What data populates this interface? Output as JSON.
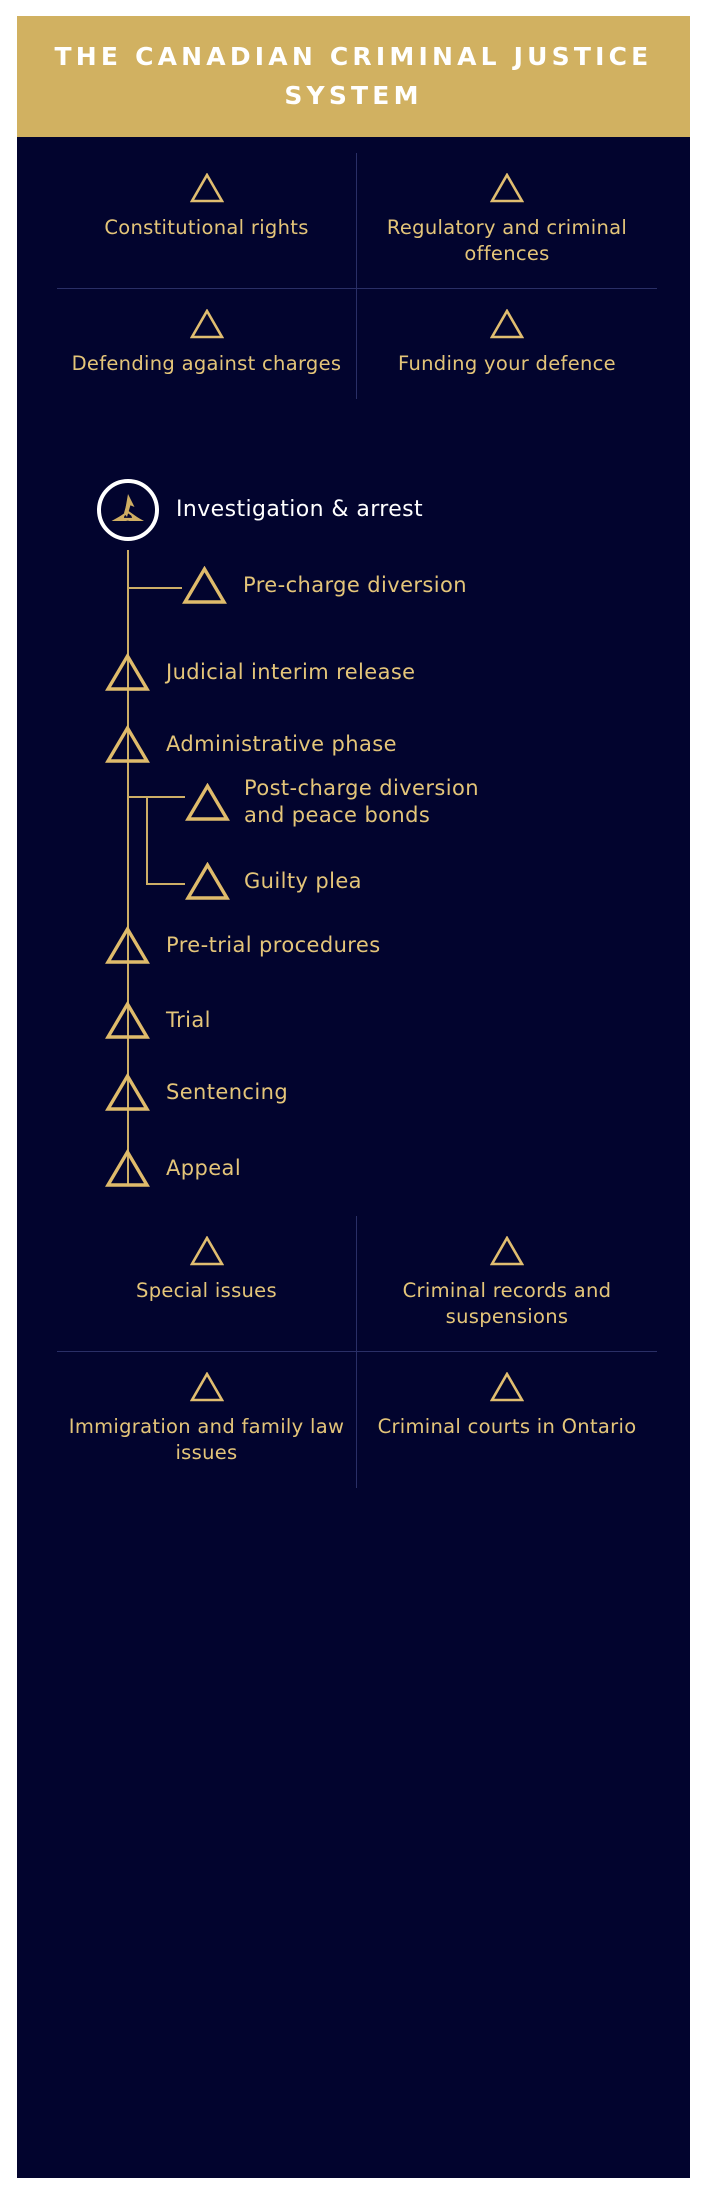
{
  "colors": {
    "page_background": "#ffffff",
    "panel_background": "#02042e",
    "header_gold": "#d1b161",
    "gold_text": "#e4c579",
    "gold_line": "#cdae66",
    "divider": "#2a2f66",
    "white": "#ffffff"
  },
  "header": {
    "title": "THE CANADIAN CRIMINAL JUSTICE SYSTEM"
  },
  "top_grid": {
    "cells": [
      {
        "icon": "triangle-icon",
        "label": "Constitutional rights"
      },
      {
        "icon": "triangle-icon",
        "label": "Regulatory and criminal offences"
      },
      {
        "icon": "triangle-icon",
        "label": "Defending against charges"
      },
      {
        "icon": "triangle-icon",
        "label": "Funding your defence"
      }
    ]
  },
  "flow": {
    "root": {
      "icon": "trillium-logo-icon",
      "label": "Investigation & arrest"
    },
    "nodes": [
      {
        "id": "pre-charge-diversion",
        "icon": "triangle-icon",
        "label": "Pre-charge diversion",
        "type": "branch"
      },
      {
        "id": "judicial-interim-release",
        "icon": "triangle-icon",
        "label": "Judicial interim release",
        "type": "trunk"
      },
      {
        "id": "administrative-phase",
        "icon": "triangle-icon",
        "label": "Administrative phase",
        "type": "trunk"
      },
      {
        "id": "post-charge-diversion",
        "icon": "triangle-icon",
        "label": "Post-charge diversion and peace bonds",
        "type": "branch"
      },
      {
        "id": "guilty-plea",
        "icon": "triangle-icon",
        "label": "Guilty plea",
        "type": "branch"
      },
      {
        "id": "pre-trial-procedures",
        "icon": "triangle-icon",
        "label": "Pre-trial procedures",
        "type": "trunk"
      },
      {
        "id": "trial",
        "icon": "triangle-icon",
        "label": "Trial",
        "type": "trunk"
      },
      {
        "id": "sentencing",
        "icon": "triangle-icon",
        "label": "Sentencing",
        "type": "trunk"
      },
      {
        "id": "appeal",
        "icon": "triangle-icon",
        "label": "Appeal",
        "type": "trunk"
      }
    ]
  },
  "bottom_grid": {
    "cells": [
      {
        "icon": "triangle-icon",
        "label": "Special issues"
      },
      {
        "icon": "triangle-icon",
        "label": "Criminal records and suspensions"
      },
      {
        "icon": "triangle-icon",
        "label": "Immigration and family law issues"
      },
      {
        "icon": "triangle-icon",
        "label": "Criminal courts in Ontario"
      }
    ]
  }
}
